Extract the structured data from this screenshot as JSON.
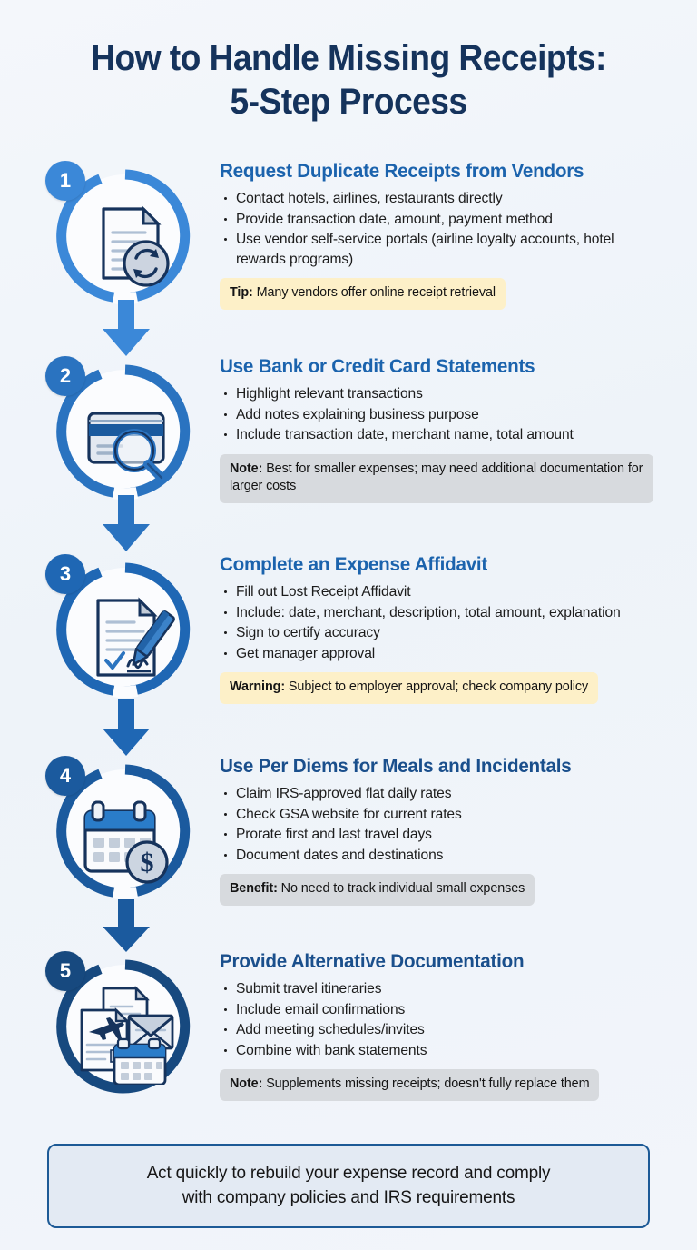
{
  "title": {
    "line1": "How to Handle Missing Receipts:",
    "line2": "5-Step Process"
  },
  "colors": {
    "background": "#f2f5fa",
    "title": "#15335c",
    "step1": "#3b88d8",
    "step2": "#2a73c0",
    "step3": "#1f67b4",
    "step4": "#1b5a9e",
    "step5": "#17497f",
    "tip_bg": "#fdf0c8",
    "note_bg": "#d7dade",
    "footer_border": "#1d5a96",
    "footer_bg": "#e3eaf3"
  },
  "steps": [
    {
      "number": "1",
      "icon": "document-refresh-icon",
      "heading": "Request Duplicate Receipts from Vendors",
      "heading_color": "#1b63ad",
      "ring_color": "#3b88d8",
      "badge_color": "#3b88d8",
      "bullets": [
        "Contact hotels, airlines, restaurants directly",
        "Provide transaction date, amount, payment method",
        "Use vendor self-service portals (airline loyalty accounts, hotel rewards programs)"
      ],
      "callout": {
        "kind": "tip",
        "label": "Tip:",
        "text": "Many vendors offer online receipt retrieval"
      }
    },
    {
      "number": "2",
      "icon": "credit-card-search-icon",
      "heading": "Use Bank or Credit Card Statements",
      "heading_color": "#1b63ad",
      "ring_color": "#2a73c0",
      "badge_color": "#2a73c0",
      "bullets": [
        "Highlight relevant transactions",
        "Add notes explaining business purpose",
        "Include transaction date, merchant name, total amount"
      ],
      "callout": {
        "kind": "note",
        "label": "Note:",
        "text": "Best for smaller expenses; may need additional documentation for larger costs"
      }
    },
    {
      "number": "3",
      "icon": "signed-document-icon",
      "heading": "Complete an Expense Affidavit",
      "heading_color": "#1b63ad",
      "ring_color": "#1f67b4",
      "badge_color": "#1f67b4",
      "bullets": [
        "Fill out Lost Receipt Affidavit",
        "Include: date, merchant, description, total amount, explanation",
        "Sign to certify accuracy",
        "Get manager approval"
      ],
      "callout": {
        "kind": "warning",
        "label": "Warning:",
        "text": "Subject to employer approval; check company policy"
      }
    },
    {
      "number": "4",
      "icon": "calendar-dollar-icon",
      "heading": "Use Per Diems for Meals and Incidentals",
      "heading_color": "#1a4f8c",
      "ring_color": "#1b5a9e",
      "badge_color": "#1b5a9e",
      "bullets": [
        "Claim IRS-approved flat daily rates",
        "Check GSA website for current rates",
        "Prorate first and last travel days",
        "Document dates and destinations"
      ],
      "callout": {
        "kind": "benefit",
        "label": "Benefit:",
        "text": "No need to track individual small expenses"
      }
    },
    {
      "number": "5",
      "icon": "documents-email-calendar-icon",
      "heading": "Provide Alternative Documentation",
      "heading_color": "#1a4f8c",
      "ring_color": "#17497f",
      "badge_color": "#17497f",
      "bullets": [
        "Submit travel itineraries",
        "Include email confirmations",
        "Add meeting schedules/invites",
        "Combine with bank statements"
      ],
      "callout": {
        "kind": "note",
        "label": "Note:",
        "text": "Supplements missing receipts; doesn't fully replace them"
      }
    }
  ],
  "footer": {
    "line1": "Act quickly to rebuild your expense record and comply",
    "line2": "with company policies and IRS requirements"
  }
}
